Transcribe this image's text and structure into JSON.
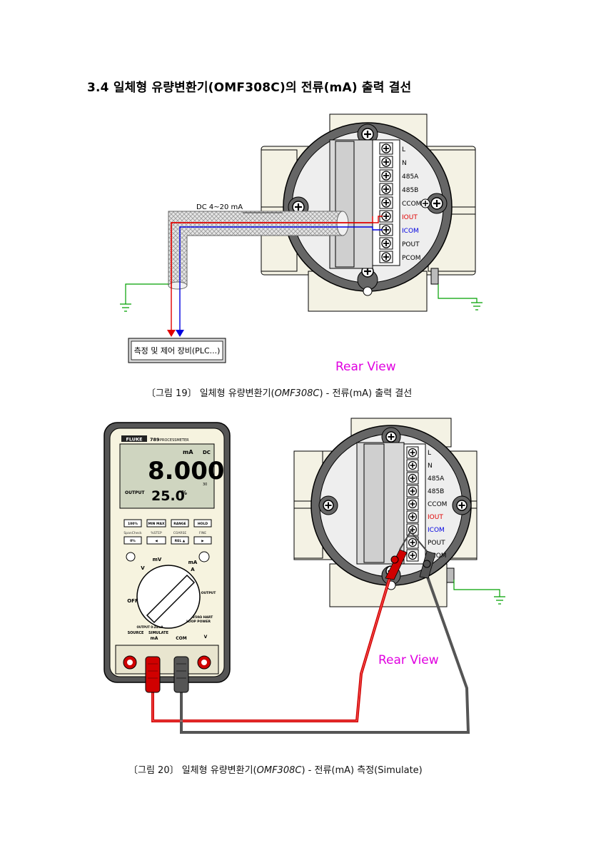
{
  "heading": "3.4 일체형 유량변환기(OMF308C)의 전류(mA) 출력 결선",
  "figure19": {
    "caption_prefix": "〔그림 19〕 일체형 유량변환기(",
    "caption_model": "OMF308C",
    "caption_suffix": ") - 전류(mA) 출력 결선",
    "cable_label": "DC 4~20 mA",
    "device_box": "측정 및 제어 장비(PLC...)",
    "rear_view": "Rear View",
    "terminals": [
      "L",
      "N",
      "485A",
      "485B",
      "CCOM",
      "IOUT",
      "ICOM",
      "POUT",
      "PCOM"
    ]
  },
  "figure20": {
    "caption_prefix": "〔그림 20〕 일체형 유량변환기(",
    "caption_model": "OMF308C",
    "caption_suffix": ") - 전류(mA) 측정(Simulate)",
    "rear_view": "Rear View",
    "terminals": [
      "L",
      "N",
      "485A",
      "485B",
      "CCOM",
      "IOUT",
      "ICOM",
      "POUT",
      "PCOM"
    ],
    "meter": {
      "brand": "FLUKE",
      "model": "789",
      "model_name": "PROCESSMETER",
      "unit_top": "mA",
      "mode_top": "DC",
      "reading": "8.000",
      "range_small": "30",
      "output_label": "OUTPUT",
      "percent": "25.0",
      "percent_sign": "%",
      "buttons_row1": [
        "100%",
        "MIN MAX",
        "RANGE",
        "HOLD"
      ],
      "labels_row2": [
        "SpanCheck",
        "%STEP",
        "COARSE",
        "FINE"
      ],
      "buttons_row2": [
        "0%",
        "◀",
        "REL ▲",
        "▶"
      ],
      "dial_labels": [
        "mV",
        "V",
        "mA",
        "A",
        "OFF",
        "OUTPUT",
        "250Ω HART",
        "LOOP POWER",
        "SOURCE",
        "SIMULATE",
        "mA",
        "COM",
        "V"
      ],
      "dial_sub": "OUTPUT 0-24mA"
    }
  }
}
